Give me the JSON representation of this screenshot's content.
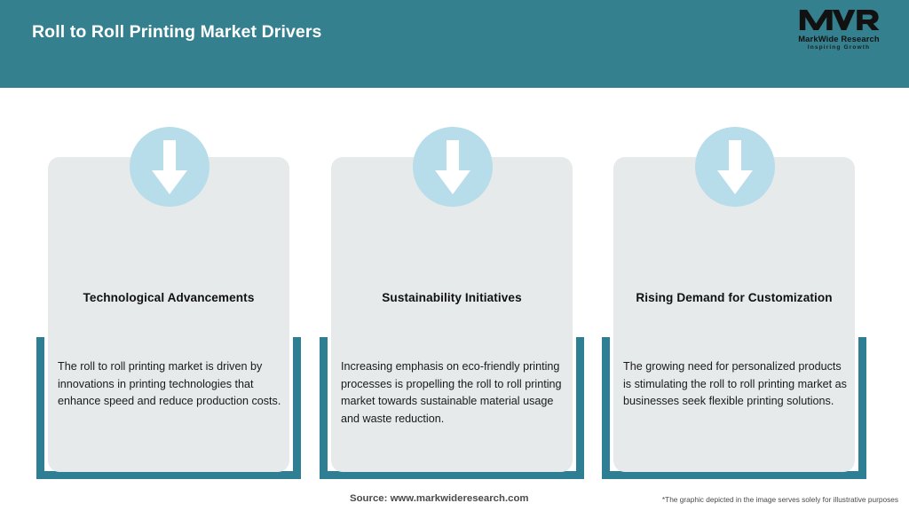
{
  "header": {
    "title": "Roll to Roll Printing Market Drivers",
    "background_color": "#34808f",
    "title_color": "#ffffff"
  },
  "logo": {
    "mark": "MWR",
    "name": "MarkWide Research",
    "tagline": "Inspiring Growth"
  },
  "theme": {
    "teal": "#2e7e94",
    "card_background": "#e6eaeb",
    "badge_circle": "#b7dcea",
    "arrow_color": "#ffffff"
  },
  "cards": [
    {
      "icon": "down-arrow-icon",
      "title": "Technological Advancements",
      "body": "The roll to roll printing market is driven by innovations in printing technologies that enhance speed and reduce production costs."
    },
    {
      "icon": "down-arrow-icon",
      "title": "Sustainability Initiatives",
      "body": "Increasing emphasis on eco-friendly printing processes is propelling the roll to roll printing market towards sustainable material usage and waste reduction."
    },
    {
      "icon": "down-arrow-icon",
      "title": "Rising Demand for Customization",
      "body": "The growing need for personalized products is stimulating the roll to roll printing market as businesses seek flexible printing solutions."
    }
  ],
  "footer": {
    "source": "Source: www.markwideresearch.com",
    "disclaimer": "*The graphic depicted in the image serves solely for illustrative purposes"
  }
}
